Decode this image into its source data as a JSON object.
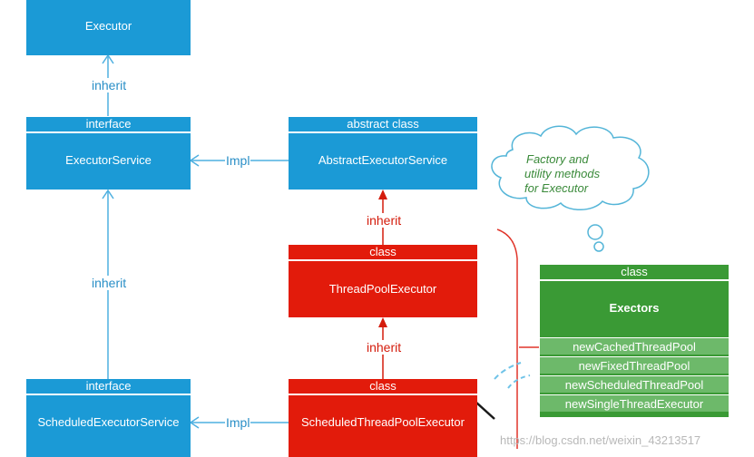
{
  "boxes": {
    "executor": {
      "title": "Executor"
    },
    "executor_service": {
      "stereotype": "interface",
      "title": "ExecutorService"
    },
    "abstract_executor_service": {
      "stereotype": "abstract class",
      "title": "AbstractExecutorService"
    },
    "thread_pool_executor": {
      "stereotype": "class",
      "title": "ThreadPoolExecutor"
    },
    "scheduled_executor_service": {
      "stereotype": "interface",
      "title": "ScheduledExecutorService"
    },
    "scheduled_thread_pool_executor": {
      "stereotype": "class",
      "title": "ScheduledThreadPoolExecutor"
    },
    "executors": {
      "stereotype": "class",
      "title": "Exectors",
      "methods": [
        "newCachedThreadPool",
        "newFixedThreadPool",
        "newScheduledThreadPool",
        "newSingleThreadExecutor"
      ]
    }
  },
  "labels": {
    "inherit_executor": "inherit",
    "inherit_scheduled": "inherit",
    "impl_top": "Impl",
    "impl_bottom": "Impl",
    "inherit_abstract": "inherit",
    "inherit_threadpool": "inherit"
  },
  "cloud": {
    "line1": "Factory and",
    "line2": "utility methods",
    "line3": "for  Executor"
  },
  "watermark": "https://blog.csdn.net/weixin_43213517",
  "colors": {
    "interface": "#1b9ad6",
    "class": "#e21b0b",
    "factory": "#3a9a35",
    "method": "#6db96a"
  }
}
